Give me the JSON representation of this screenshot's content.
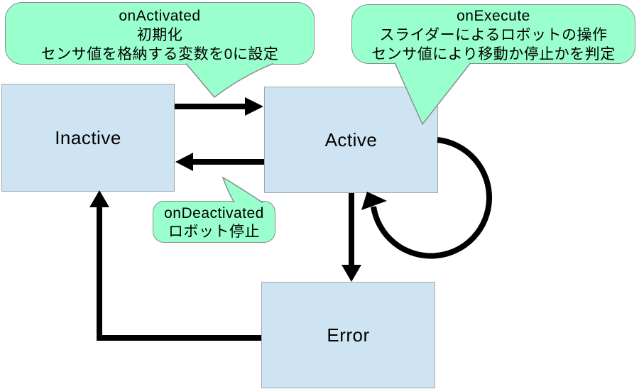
{
  "states": [
    {
      "id": "inactive",
      "label": "Inactive"
    },
    {
      "id": "active",
      "label": "Active"
    },
    {
      "id": "error",
      "label": "Error"
    }
  ],
  "callouts": [
    {
      "id": "on-activated",
      "lines": [
        "onActivated",
        "初期化",
        "センサ値を格納する変数を0に設定"
      ]
    },
    {
      "id": "on-execute",
      "lines": [
        "onExecute",
        "スライダーによるロボットの操作",
        "センサ値により移動か停止かを判定"
      ]
    },
    {
      "id": "on-deactivated",
      "lines": [
        "onDeactivated",
        "ロボット停止"
      ]
    }
  ],
  "transitions": [
    {
      "from": "Inactive",
      "to": "Active"
    },
    {
      "from": "Active",
      "to": "Inactive"
    },
    {
      "from": "Active",
      "to": "Error"
    },
    {
      "from": "Error",
      "to": "Inactive"
    },
    {
      "from": "Active",
      "to": "Active"
    }
  ],
  "colors": {
    "state_fill": "#cfe4f3",
    "state_border": "#a0a8ae",
    "callout_fill": "#99ffcc",
    "callout_border": "#8c8c90",
    "arrow": "#000000"
  }
}
